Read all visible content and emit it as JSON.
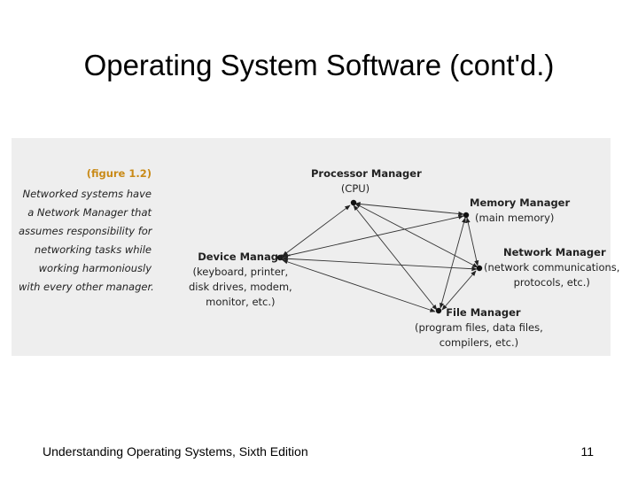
{
  "slide": {
    "title": "Operating System Software (cont'd.)",
    "footer_text": "Understanding Operating Systems, Sixth Edition",
    "page_number": "11"
  },
  "figure": {
    "label": "(figure 1.2)",
    "caption_lines": [
      "Networked systems have",
      "a Network Manager that",
      "assumes responsibility for",
      "networking tasks while",
      "working harmoniously",
      "with every other manager."
    ],
    "nodes": {
      "processor": {
        "name": "Processor Manager",
        "detail_lines": [
          "(CPU)"
        ]
      },
      "memory": {
        "name": "Memory Manager",
        "detail_lines": [
          "(main memory)"
        ]
      },
      "network": {
        "name": "Network Manager",
        "detail_lines": [
          "(network communications,",
          "protocols, etc.)"
        ]
      },
      "device": {
        "name": "Device Manager",
        "detail_lines": [
          "(keyboard, printer,",
          "disk drives, modem,",
          "monitor, etc.)"
        ]
      },
      "file": {
        "name": "File Manager",
        "detail_lines": [
          "(program files, data files,",
          "compilers, etc.)"
        ]
      }
    }
  }
}
